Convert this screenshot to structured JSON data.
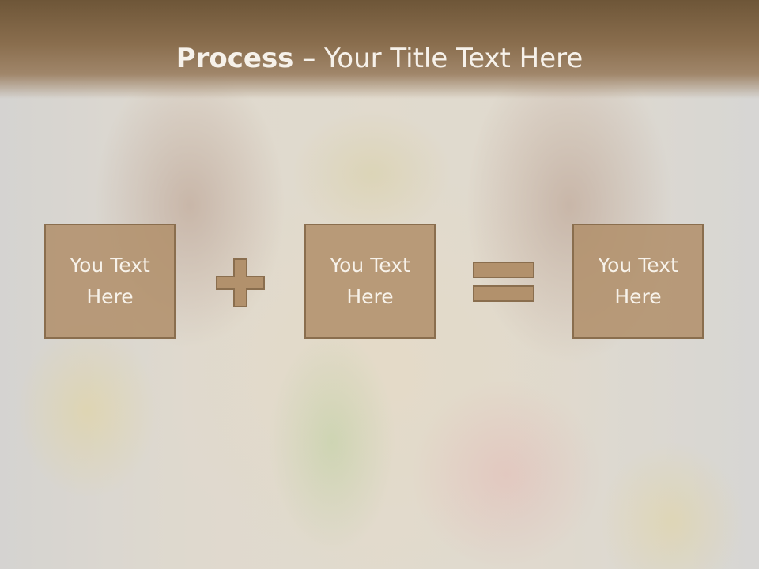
{
  "slide": {
    "title_bold": "Process",
    "title_rest": " – Your Title Text Here"
  },
  "process": {
    "boxes": [
      {
        "text": "You Text Here"
      },
      {
        "text": "You Text Here"
      },
      {
        "text": "You Text Here"
      }
    ],
    "operators": [
      "plus-icon",
      "equals-icon"
    ]
  },
  "colors": {
    "header_brown": "#7a603f",
    "box_fill": "#b2916c",
    "box_border": "#8a6e4e",
    "text_light": "#f6f1ea"
  }
}
